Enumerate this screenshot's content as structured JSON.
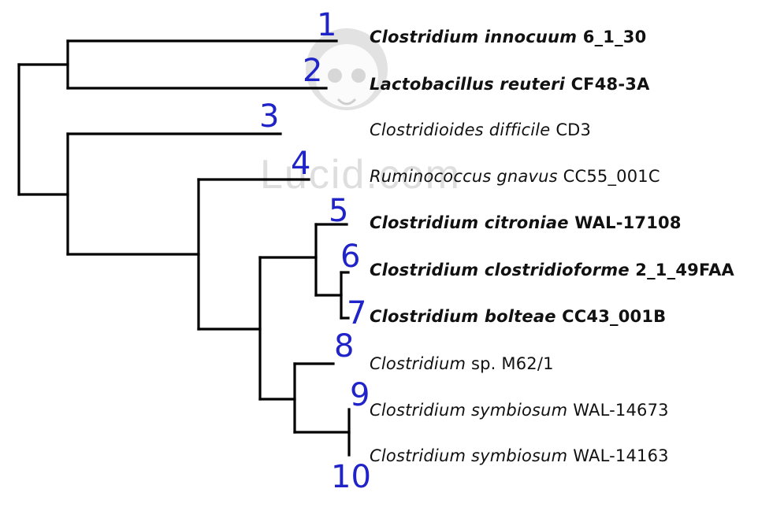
{
  "taxa": [
    {
      "genus_species": "Clostridium innocuum",
      "strain": " 6_1_30",
      "bold": true,
      "number": "1"
    },
    {
      "genus_species": "Lactobacillus reuteri",
      "strain": " CF48-3A",
      "bold": true,
      "number": "2"
    },
    {
      "genus_species": "Clostridioides difficile",
      "strain": " CD3",
      "bold": false,
      "number": "3"
    },
    {
      "genus_species": "Ruminococcus gnavus",
      "strain": " CC55_001C",
      "bold": false,
      "number": "4"
    },
    {
      "genus_species": "Clostridium citroniae",
      "strain": " WAL-17108",
      "bold": true,
      "number": "5"
    },
    {
      "genus_species": "Clostridium clostridioforme",
      "strain": " 2_1_49FAA",
      "bold": true,
      "number": "6"
    },
    {
      "genus_species": "Clostridium bolteae",
      "strain": " CC43_001B",
      "bold": true,
      "number": "7"
    },
    {
      "genus_species": "Clostridium",
      "strain": " sp. M62/1",
      "bold": false,
      "number": "8"
    },
    {
      "genus_species": "Clostridium symbiosum",
      "strain": " WAL-14673",
      "bold": false,
      "number": "9"
    },
    {
      "genus_species": "Clostridium symbiosum",
      "strain": " WAL-14163",
      "bold": false,
      "number": "10"
    }
  ],
  "watermark": "Lucid.com",
  "colors": {
    "branch": "#000000",
    "leaf_number": "#1f23c8",
    "label": "#111111",
    "watermark": "#a0a0a0"
  }
}
